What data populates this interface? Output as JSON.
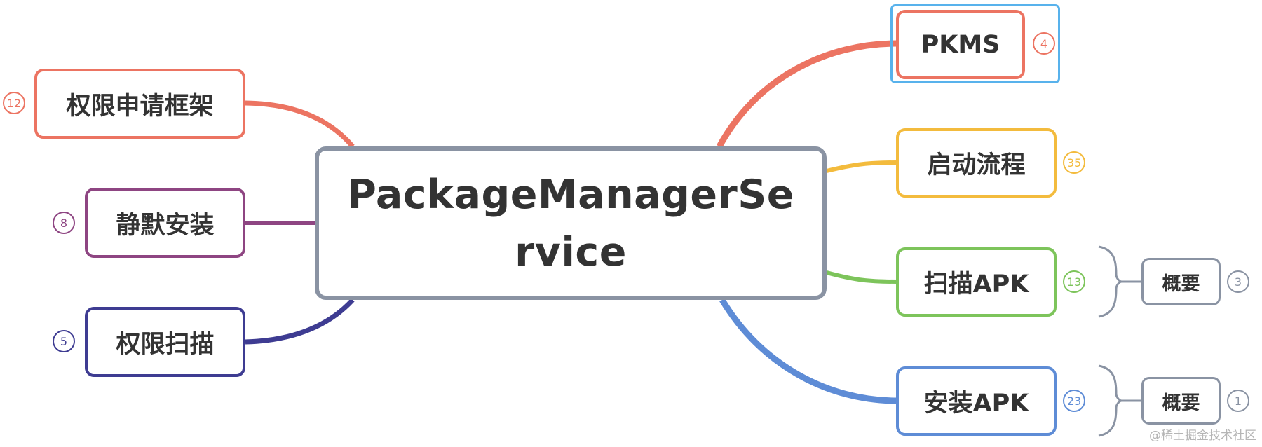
{
  "mindmap": {
    "root": {
      "label": "PackageManagerService"
    },
    "left_branches": [
      {
        "label": "权限申请框架",
        "count": "12",
        "color": "#ec7462"
      },
      {
        "label": "静默安装",
        "count": "8",
        "color": "#8e4582"
      },
      {
        "label": "权限扫描",
        "count": "5",
        "color": "#3e3c92"
      }
    ],
    "right_branches": [
      {
        "label": "PKMS",
        "count": "4",
        "color": "#ec7462",
        "selected": true
      },
      {
        "label": "启动流程",
        "count": "35",
        "color": "#f3bb3d"
      },
      {
        "label": "扫描APK",
        "count": "13",
        "color": "#7dc45b",
        "children": [
          {
            "label": "概要",
            "count": "3"
          }
        ]
      },
      {
        "label": "安装APK",
        "count": "23",
        "color": "#5e8cd6",
        "children": [
          {
            "label": "概要",
            "count": "1"
          }
        ]
      }
    ],
    "child_color": "#8a93a3"
  },
  "watermark": "@稀土掘金技术社区"
}
